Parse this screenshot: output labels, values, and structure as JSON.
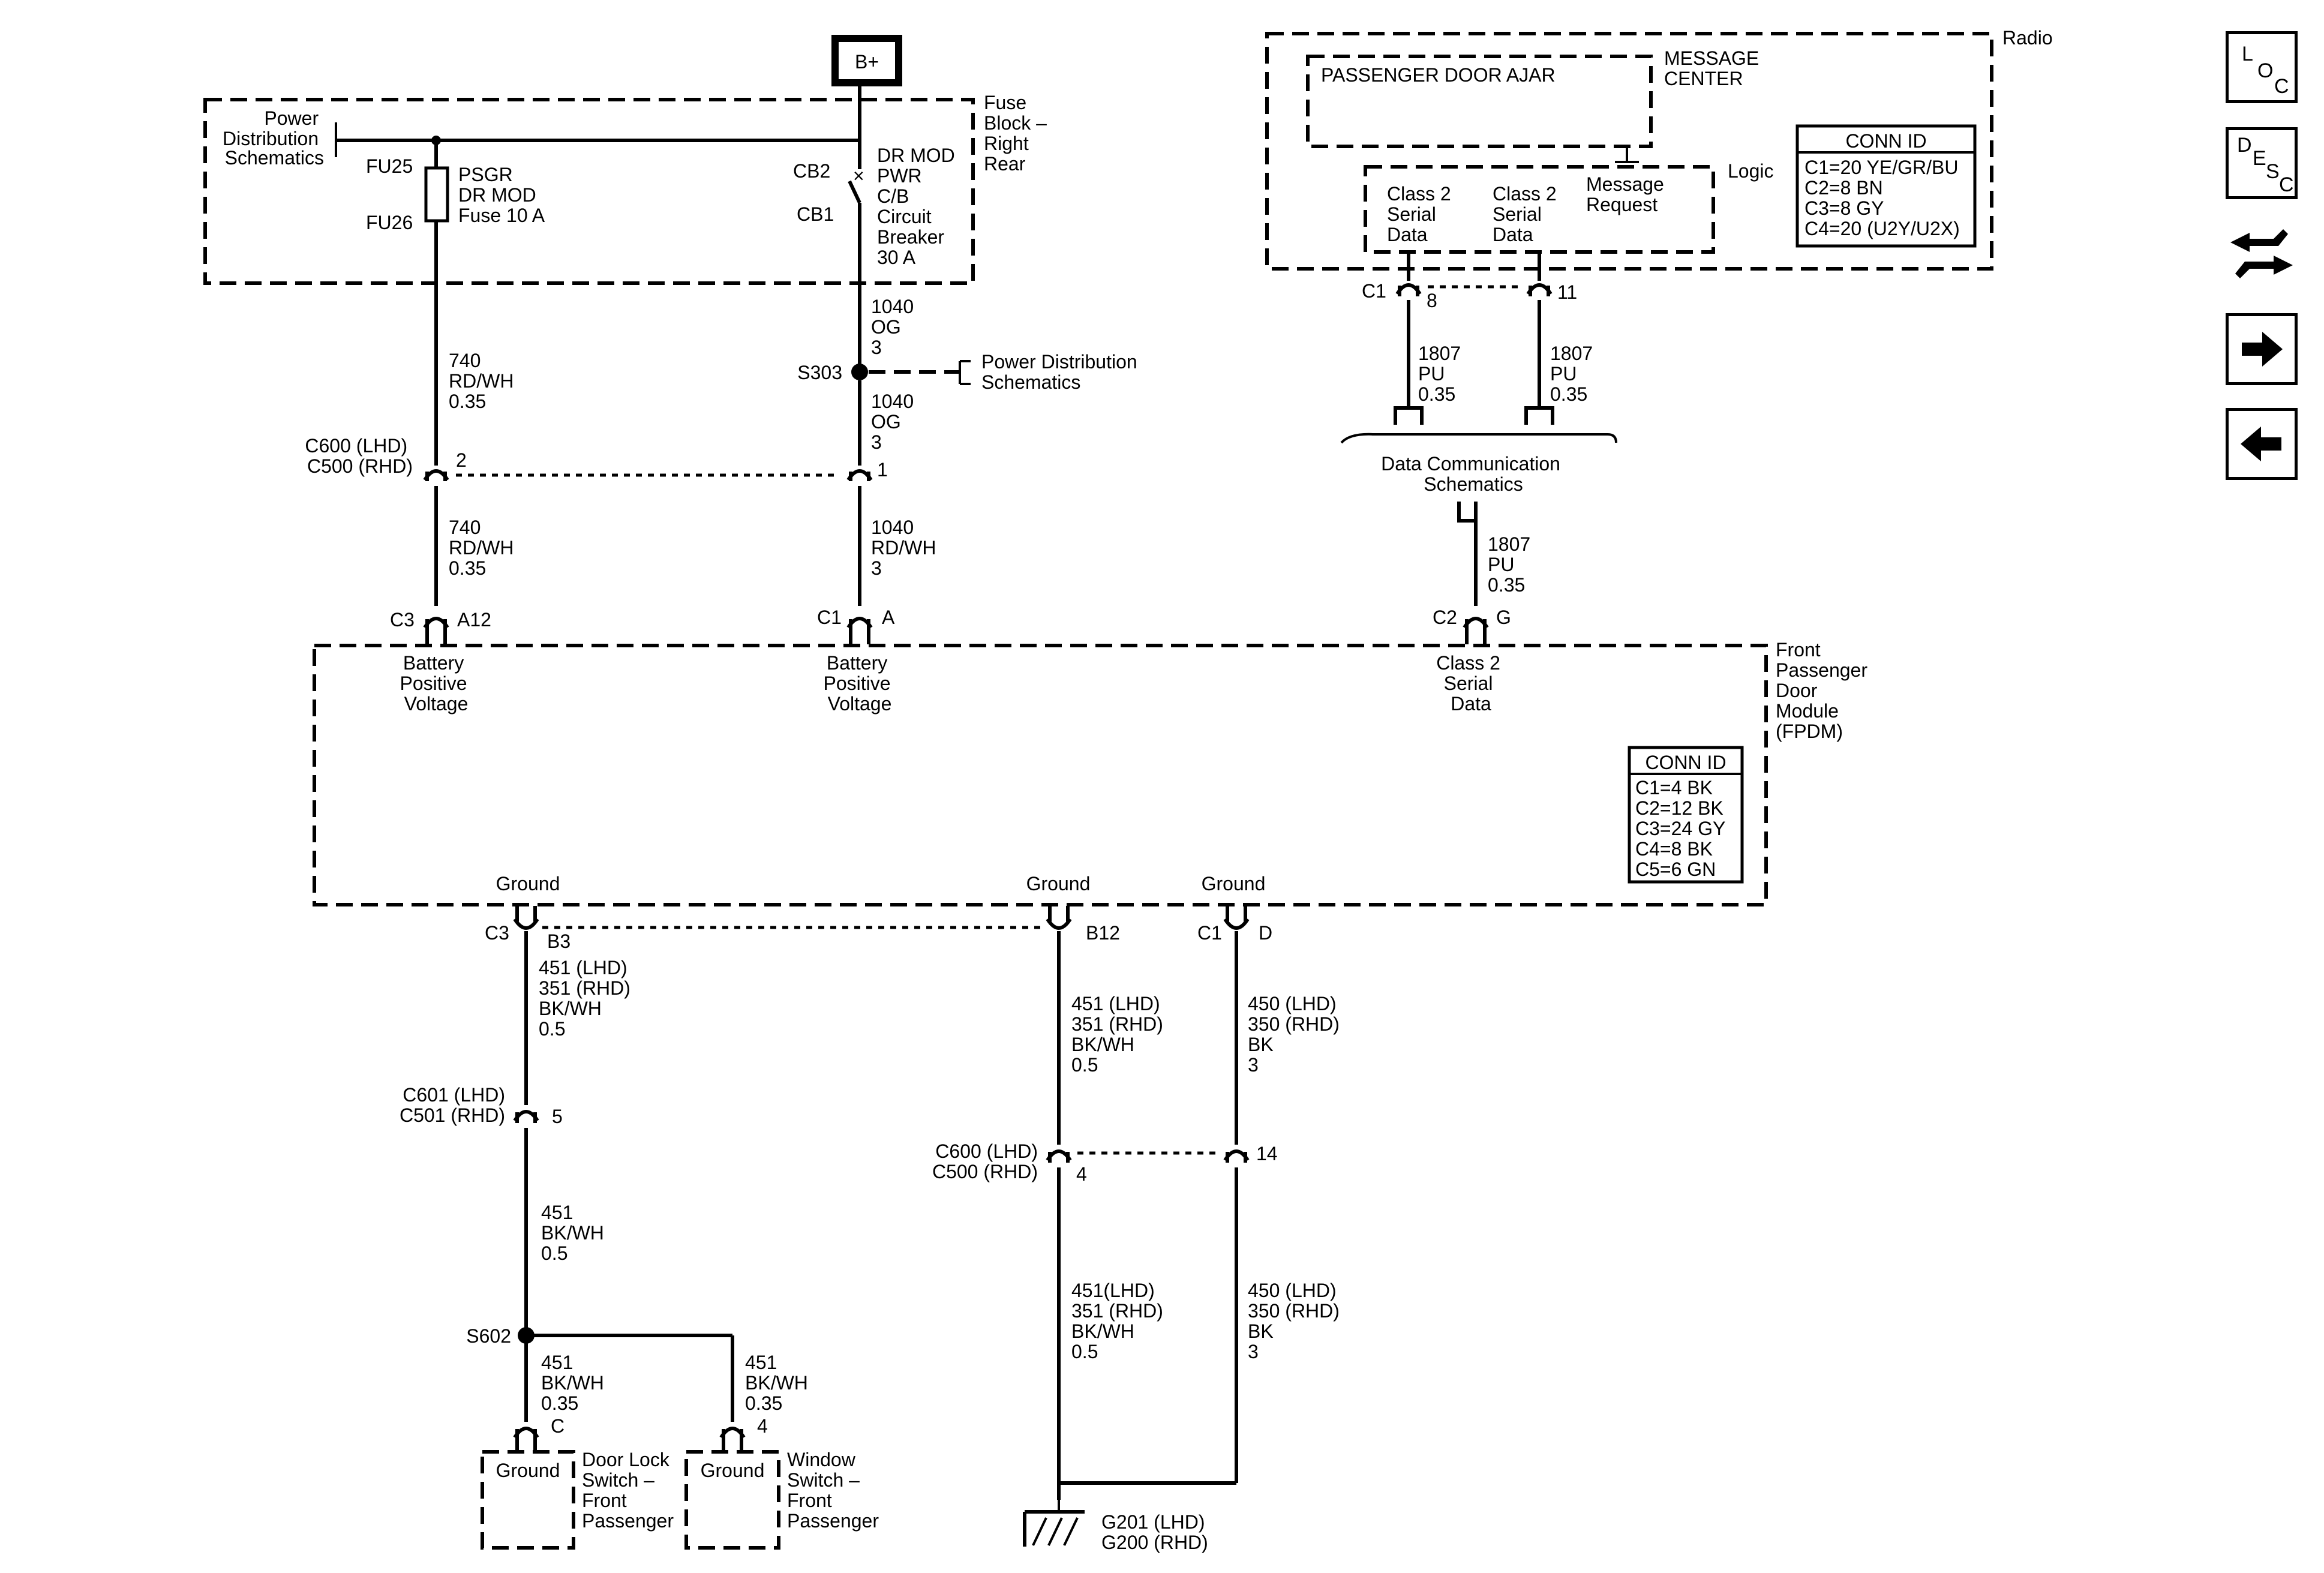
{
  "top": {
    "battery": "B+",
    "pd_top": [
      "Power",
      "Distribution",
      "Schematics"
    ],
    "fu25": "FU25",
    "fu26": "FU26",
    "fuse_label": [
      "PSGR",
      "DR MOD",
      "Fuse 10 A"
    ],
    "cb2": "CB2",
    "cb1": "CB1",
    "cb_label": [
      "DR MOD",
      "PWR",
      "C/B",
      "Circuit",
      "Breaker",
      "30 A"
    ],
    "fuse_block": [
      "Fuse",
      "Block –",
      "Right",
      "Rear"
    ],
    "w740_a": [
      "740",
      "RD/WH",
      "0.35"
    ],
    "w1040_a": [
      "1040",
      "OG",
      "3"
    ],
    "s303": "S303",
    "pd_right": [
      "Power Distribution",
      "Schematics"
    ],
    "w1040_b": [
      "1040",
      "OG",
      "3"
    ],
    "c600": [
      "C600 (LHD)",
      "C500 (RHD)"
    ],
    "pin2": "2",
    "pin1": "1",
    "w740_b": [
      "740",
      "RD/WH",
      "0.35"
    ],
    "w1040_c": [
      "1040",
      "RD/WH",
      "3"
    ],
    "c3": "C3",
    "a12": "A12",
    "c1": "C1",
    "pinA": "A"
  },
  "radio": {
    "title": "Radio",
    "msg_text": "PASSENGER DOOR AJAR",
    "msg_center": [
      "MESSAGE",
      "CENTER"
    ],
    "logic": "Logic",
    "serial1": [
      "Class 2",
      "Serial",
      "Data"
    ],
    "serial2": [
      "Class 2",
      "Serial",
      "Data"
    ],
    "msg_req": [
      "Message",
      "Request"
    ],
    "conn_title": "CONN ID",
    "conn": [
      "C1=20 YE/GR/BU",
      "C2=8 BN",
      "C3=8 GY",
      "C4=20 (U2Y/U2X)"
    ],
    "c1": "C1",
    "pin8": "8",
    "pin11": "11",
    "w1807_a": [
      "1807",
      "PU",
      "0.35"
    ],
    "w1807_b": [
      "1807",
      "PU",
      "0.35"
    ],
    "data_comm": [
      "Data Communication",
      "Schematics"
    ],
    "w1807_c": [
      "1807",
      "PU",
      "0.35"
    ],
    "c2": "C2",
    "pinG": "G"
  },
  "fpdm": {
    "name": [
      "Front",
      "Passenger",
      "Door",
      "Module",
      "(FPDM)"
    ],
    "bpv1": [
      "Battery",
      "Positive",
      "Voltage"
    ],
    "bpv2": [
      "Battery",
      "Positive",
      "Voltage"
    ],
    "c2sd": [
      "Class 2",
      "Serial",
      "Data"
    ],
    "conn_title": "CONN ID",
    "conn": [
      "C1=4 BK",
      "C2=12 BK",
      "C3=24 GY",
      "C4=8 BK",
      "C5=6 GN"
    ],
    "ground1": "Ground",
    "ground2": "Ground",
    "ground3": "Ground"
  },
  "bottom": {
    "c3": "C3",
    "b3": "B3",
    "b12": "B12",
    "c1": "C1",
    "pinD": "D",
    "w451_a": [
      "451 (LHD)",
      "351 (RHD)",
      "BK/WH",
      "0.5"
    ],
    "w451_b": [
      "451 (LHD)",
      "351 (RHD)",
      "BK/WH",
      "0.5"
    ],
    "w450_a": [
      "450 (LHD)",
      "350 (RHD)",
      "BK",
      "3"
    ],
    "c601": [
      "C601 (LHD)",
      "C501 (RHD)"
    ],
    "pin5": "5",
    "c600b": [
      "C600 (LHD)",
      "C500 (RHD)"
    ],
    "pin4": "4",
    "pin14": "14",
    "w451_c": [
      "451",
      "BK/WH",
      "0.5"
    ],
    "w451_d": [
      "451(LHD)",
      "351 (RHD)",
      "BK/WH",
      "0.5"
    ],
    "w450_b": [
      "450 (LHD)",
      "350 (RHD)",
      "BK",
      "3"
    ],
    "s602": "S602",
    "w451_e": [
      "451",
      "BK/WH",
      "0.35"
    ],
    "w451_f": [
      "451",
      "BK/WH",
      "0.35"
    ],
    "pinC": "C",
    "pin4b": "4",
    "ground_l": "Ground",
    "ground_r": "Ground",
    "dls": [
      "Door Lock",
      "Switch –",
      "Front",
      "Passenger"
    ],
    "wsw": [
      "Window",
      "Switch –",
      "Front",
      "Passenger"
    ],
    "g201": [
      "G201 (LHD)",
      "G200 (RHD)"
    ]
  },
  "nav": {
    "loc": [
      "L",
      "O",
      "C"
    ],
    "desc": [
      "D",
      "E",
      "S",
      "C"
    ],
    "fwd_icon": "right-arrow-icon",
    "back_icon": "left-arrow-icon",
    "conn_icon": "connector-end-view-icon"
  }
}
